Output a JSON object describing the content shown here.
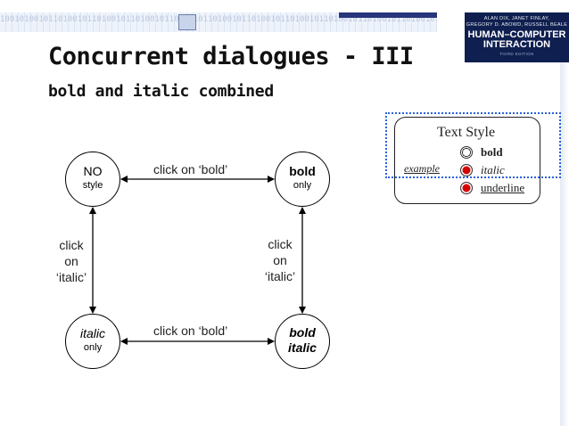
{
  "slide": {
    "title": "Concurrent dialogues - III",
    "subtitle": "bold and italic combined"
  },
  "book": {
    "authors_line1": "ALAN DIX, JANET FINLAY,",
    "authors_line2": "GREGORY D. ABOWD, RUSSELL BEALE",
    "title_line1": "HUMAN–COMPUTER",
    "title_line2": "INTERACTION",
    "edition": "THIRD EDITION"
  },
  "banner_code": "100101001011010010110100101101001011010010110100101101001011010010110100101101001011010010110100101101",
  "diagram": {
    "states": {
      "no_style": {
        "line1": "NO",
        "line2": "style"
      },
      "bold_only": {
        "line1": "bold",
        "line2": "only"
      },
      "italic_only": {
        "line1": "italic",
        "line2": "only"
      },
      "bold_italic": {
        "line1": "bold",
        "line2": "italic"
      }
    },
    "transitions": {
      "top": "click on ‘bold’",
      "bottom": "click on ‘bold’",
      "left": [
        "click",
        "on",
        "‘italic’"
      ],
      "right": [
        "click",
        "on",
        "‘italic’"
      ]
    }
  },
  "text_style_widget": {
    "title": "Text Style",
    "example": "example",
    "options": [
      {
        "label": "bold",
        "selected": false
      },
      {
        "label": "italic",
        "selected": true
      },
      {
        "label": "underline",
        "selected": true
      }
    ],
    "selected_color": "#d40000",
    "highlight_color": "#2a62d8"
  }
}
